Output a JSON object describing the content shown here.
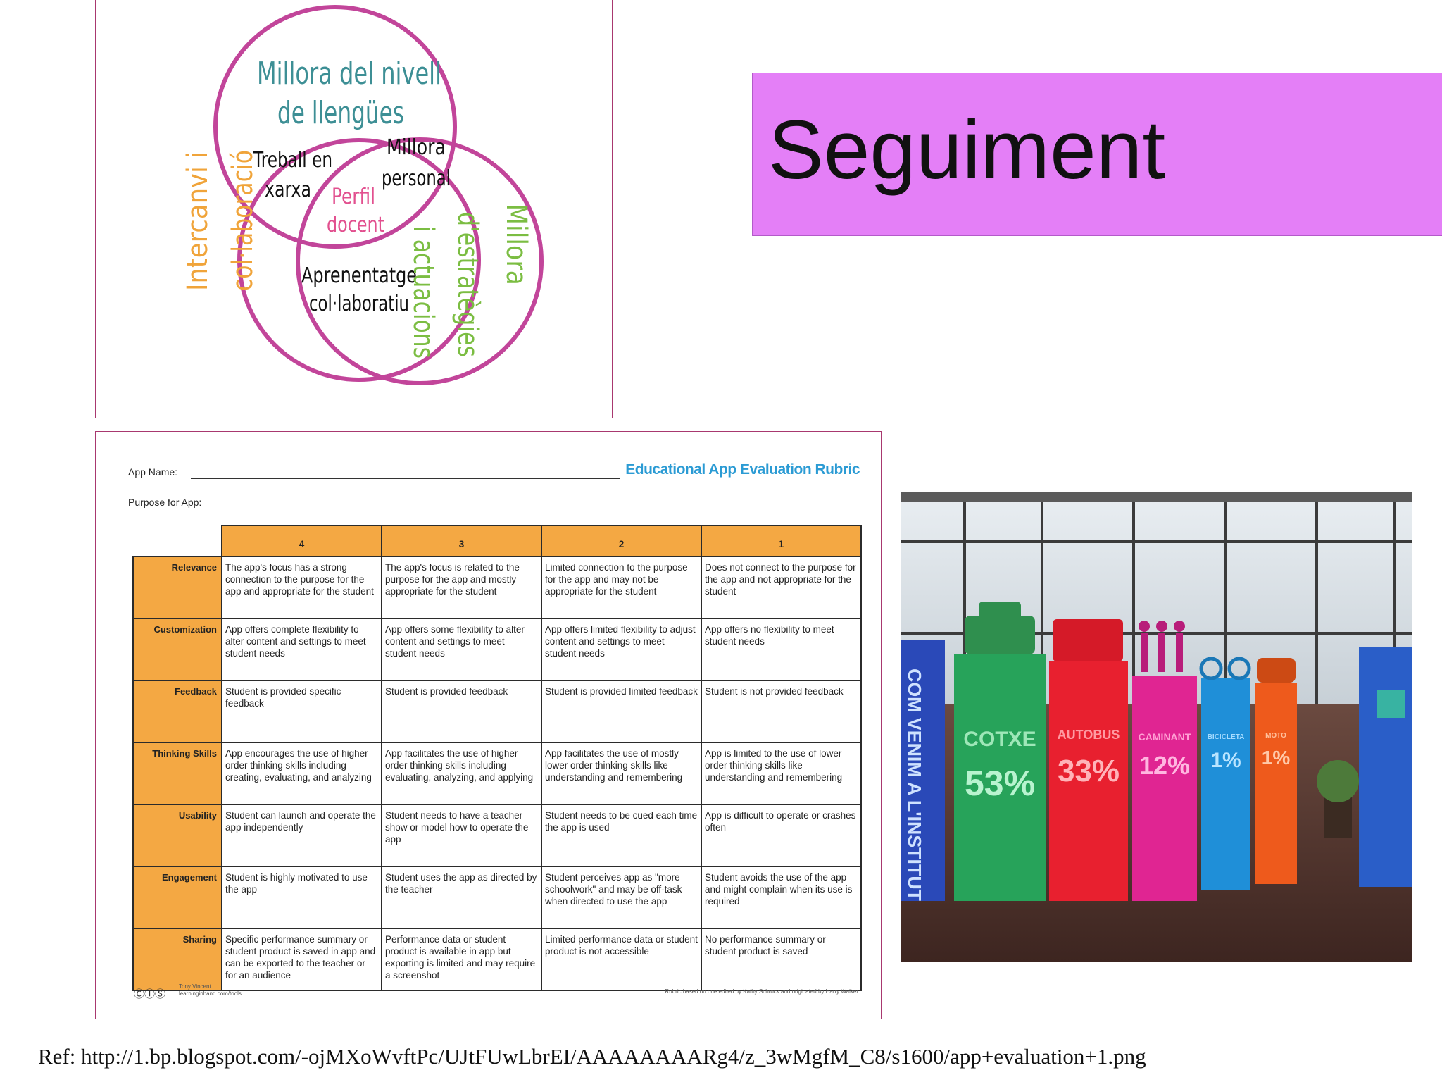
{
  "slide": {
    "title": "Seguiment",
    "ref": "Ref: http://1.bp.blogspot.com/-ojMXoWvftPc/UJtFUwLbrEI/AAAAAAAARg4/z_3wMgfM_C8/s1600/app+evaluation+1.png"
  },
  "venn": {
    "top_line1": "Millora del nivell",
    "top_line2": "de llengües",
    "left_line1": "Intercanvi i",
    "left_line2": "col·laboració",
    "right_line1": "Millora",
    "right_line2": "d'estratègies",
    "right_line3": "i actuacions",
    "overlap_tl1": "Treball en",
    "overlap_tl2": "xarxa",
    "overlap_tr1": "Millora",
    "overlap_tr2": "personal",
    "overlap_b1": "Aprenentatge",
    "overlap_b2": "col·laboratiu",
    "center1": "Perfil",
    "center2": "docent",
    "colors": {
      "circle": "#c2459a",
      "top": "#3d8f95",
      "left": "#f0a43a",
      "right": "#7bbd42",
      "center": "#e2508f"
    }
  },
  "rubric": {
    "app_name_label": "App Name:",
    "purpose_label": "Purpose for App:",
    "title": "Educational App Evaluation Rubric",
    "columns": [
      "4",
      "3",
      "2",
      "1"
    ],
    "rows": [
      {
        "label": "Relevance",
        "cells": [
          "The app's focus has a strong connection to the purpose for the app and appropriate for the student",
          "The app's focus is related to the purpose for the app and mostly appropriate for the student",
          "Limited connection to the purpose for the app and may not be appropriate for the student",
          "Does not connect to the purpose for the app and not appropriate for the student"
        ]
      },
      {
        "label": "Customization",
        "cells": [
          "App offers complete flexibility to alter content and settings to meet student needs",
          "App offers some flexibility to alter content and settings to meet student needs",
          "App offers limited flexibility to adjust content and settings to meet student needs",
          "App offers no flexibility to meet student needs"
        ]
      },
      {
        "label": "Feedback",
        "cells": [
          "Student is provided specific feedback",
          "Student is provided feedback",
          "Student is provided limited feedback",
          "Student is not provided feedback"
        ]
      },
      {
        "label": "Thinking Skills",
        "cells": [
          "App encourages the use of higher order thinking skills including creating, evaluating, and analyzing",
          "App facilitates the use of higher order thinking skills including evaluating, analyzing, and applying",
          "App facilitates the use of mostly lower order thinking skills like understanding and remembering",
          "App is limited to the use of lower order thinking skills like understanding and remembering"
        ]
      },
      {
        "label": "Usability",
        "cells": [
          "Student can launch and operate the app independently",
          "Student needs to have a teacher show or model how to operate the app",
          "Student needs to be cued each time the app is used",
          "App is difficult to operate or crashes often"
        ]
      },
      {
        "label": "Engagement",
        "cells": [
          "Student is highly motivated to use the app",
          "Student uses the app as directed by the teacher",
          "Student perceives app as \"more schoolwork\" and may be off-task when directed to use the app",
          "Student avoids the use of the app and might complain when its use is required"
        ]
      },
      {
        "label": "Sharing",
        "cells": [
          "Specific performance summary or student product is saved in app and can be exported to the teacher or for an audience",
          "Performance data or student product is available in app but exporting is limited and may require a screenshot",
          "Limited performance data or student product is not accessible",
          "No performance summary or student product is saved"
        ]
      }
    ],
    "author": "Tony Vincent learninginhand.com/tools",
    "footnote": "Rubric based on one edited by Kathy Schrock and originated by Harry Walker",
    "header_color": "#f4a843",
    "title_color": "#2b9bd4"
  },
  "photo": {
    "panel_labels": [
      "COTXE",
      "AUTOBUS",
      "CAMINANT",
      "BICICLETA",
      "MOTO"
    ],
    "panel_values": [
      "53%",
      "33%",
      "12%",
      "1%",
      "1%"
    ],
    "left_banner": "COM VENIM A L'INSTITUT",
    "panel_colors": [
      "#27a35a",
      "#e8202f",
      "#e02592",
      "#1f8fd8",
      "#ee5a1c"
    ]
  }
}
